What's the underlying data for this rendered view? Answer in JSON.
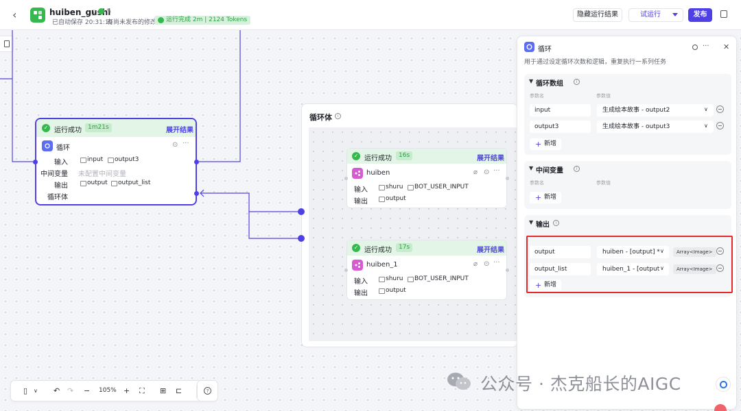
{
  "header": {
    "back_icon": "chevron-left-icon",
    "app_name": "huiben_gushi",
    "autosave": "已自动保存 20:31:19",
    "unpublished": "有尚未发布的修改",
    "run_status": "运行完成 2m | 2124 Tokens",
    "hide_results": "隐藏运行结果",
    "test_run": "试运行",
    "publish": "发布"
  },
  "loop_node": {
    "status": "运行成功",
    "time": "1m21s",
    "expand": "展开结果",
    "title": "循环",
    "input_label": "输入",
    "inputs": [
      "input",
      "output3"
    ],
    "mid_var_label": "中间变量",
    "mid_var_empty": "未配置中间变量",
    "output_label": "输出",
    "outputs": [
      "output",
      "output_list"
    ],
    "loop_body_label": "循环体"
  },
  "loop_body": {
    "title": "循环体",
    "nodes": [
      {
        "status": "运行成功",
        "time": "16s",
        "expand": "展开结果",
        "title": "huiben",
        "input_label": "输入",
        "inputs": [
          "shuru",
          "BOT_USER_INPUT"
        ],
        "output_label": "输出",
        "output": "output"
      },
      {
        "status": "运行成功",
        "time": "17s",
        "expand": "展开结果",
        "title": "huiben_1",
        "input_label": "输入",
        "inputs": [
          "shuru",
          "BOT_USER_INPUT"
        ],
        "output_label": "输出",
        "output": "output"
      }
    ]
  },
  "panel": {
    "title": "循环",
    "description": "用于通过设定循环次数和逻辑，重复执行一系列任务",
    "loop_array": {
      "title": "循环数组",
      "col_name": "参数名",
      "col_value": "参数值",
      "rows": [
        {
          "name": "input",
          "value": "生成绘本故事 - output2"
        },
        {
          "name": "output3",
          "value": "生成绘本故事 - output3"
        }
      ],
      "add": "新增"
    },
    "mid_vars": {
      "title": "中间变量",
      "col_name": "参数名",
      "col_value": "参数值",
      "add": "新增"
    },
    "outputs": {
      "title": "输出",
      "rows": [
        {
          "name": "output",
          "value": "huiben - [output] *",
          "type": "Array<Image>"
        },
        {
          "name": "output_list",
          "value": "huiben_1 - [output",
          "type": "Array<Image>"
        }
      ],
      "add": "新增"
    }
  },
  "toolbar": {
    "zoom": "105%"
  },
  "watermark": "公众号 · 杰克船长的AIGC",
  "colors": {
    "accent": "#4e40e5",
    "success": "#35b94e",
    "highlight": "#e5282a"
  }
}
